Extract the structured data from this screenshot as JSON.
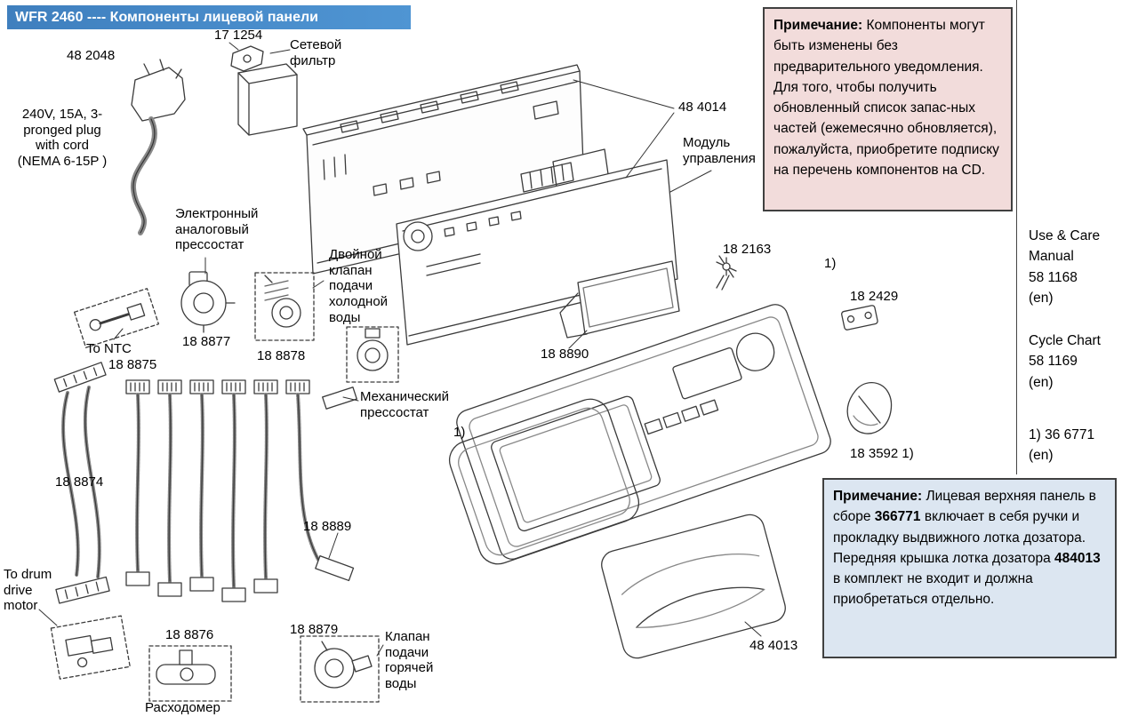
{
  "header": {
    "title": "WFR 2460 ---- Компоненты лицевой панели"
  },
  "plug_note": "240V, 15A, 3-\npronged plug\nwith cord\n(NEMA 6-15P )",
  "labels": {
    "p48_2048": "48 2048",
    "p17_1254": "17 1254",
    "line_filter": "Сетевой\nфильтр",
    "p48_4014": "48 4014",
    "control_module": "Модуль\nуправления",
    "electronic_pressostat": "Электронный\nаналоговый\nпрессостат",
    "p18_8877": "18 8877",
    "p18_8878": "18 8878",
    "cold_valve": "Двойной\nклапан\nподачи\nхолодной\nводы",
    "p18_2163": "18 2163",
    "p18_2429": "18 2429",
    "p18_8890": "18 8890",
    "to_ntc": "To  NTC",
    "p18_8875": "18 8875",
    "mech_pressostat": "Механический\nпрессостат",
    "p18_8874": "18 8874",
    "ref1_top": "1)",
    "ref1_panel": "1)",
    "p18_3592": "18 3592 1)",
    "p18_8889": "18 8889",
    "to_drum": "To drum\ndrive\nmotor",
    "p18_8876": "18 8876",
    "p18_8879": "18 8879",
    "flow_meter": "Расходомер",
    "hot_valve": "Клапан\nподачи\nгорячей\nводы",
    "p48_4013": "48 4013"
  },
  "notes": {
    "top": {
      "label": "Примечание:",
      "text": " Компоненты могут быть изменены без предварительного уведомления. Для того, чтобы получить обновленный список запас-ных частей (ежемесячно обновляется), пожалуйста, приобретите подписку на перечень компонентов на CD."
    },
    "bottom": {
      "label": "Примечание:",
      "seg1": " Лицевая верхняя панель в сборе ",
      "bold1": "366771",
      "seg2": " включает в себя ручки и прокладку выдвижного лотка дозатора. Передняя крышка лотка дозатора ",
      "bold2": "484013",
      "seg3": " в комплект не входит и должна  приобретаться отдельно."
    }
  },
  "sidebar": {
    "use_care": "Use & Care\nManual\n58 1168\n(en)",
    "cycle_chart": "Cycle Chart\n58 1169\n(en)",
    "ref": "1) 36 6771\n(en)"
  },
  "colors": {
    "header_bg": "#3f7fbe",
    "note_top_bg": "#f2dcdb",
    "note_bottom_bg": "#dce6f1",
    "note_border": "#404040"
  }
}
